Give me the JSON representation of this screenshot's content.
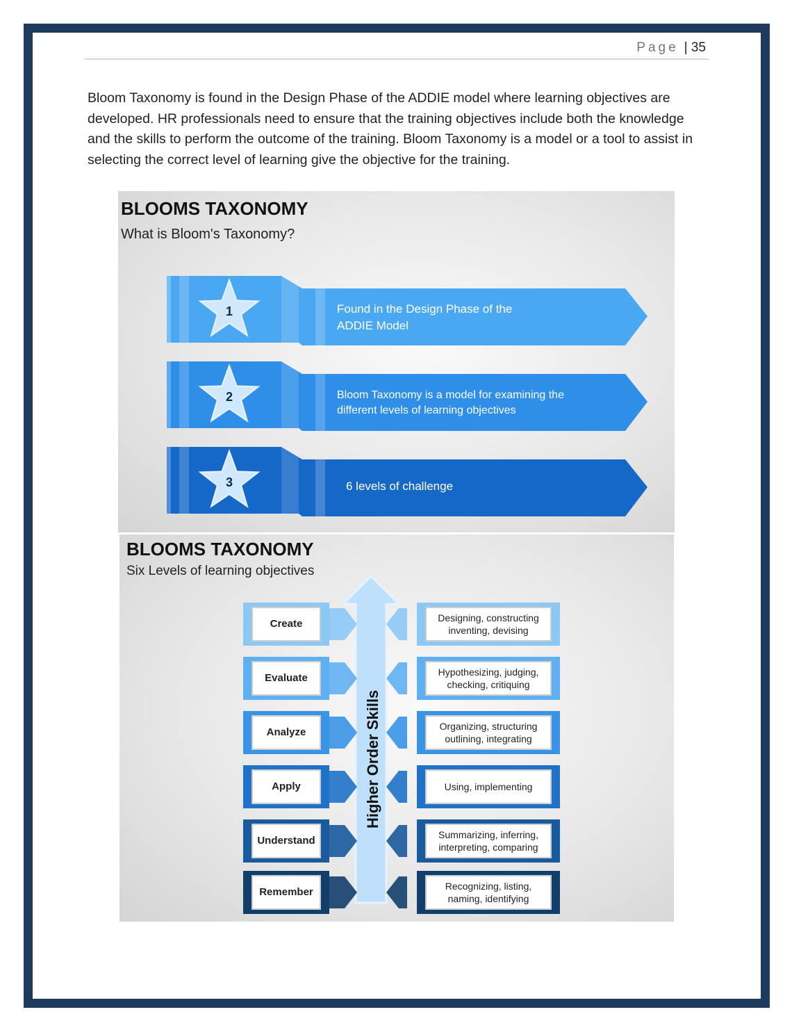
{
  "header": {
    "page_label": "Page",
    "page_number": "35"
  },
  "intro": "Bloom Taxonomy is found in the Design Phase of the ADDIE model where learning objectives are developed. HR professionals need to ensure that the training objectives include both the knowledge and the skills to perform the outcome of the training. Bloom Taxonomy is a model or a tool to assist in selecting the correct level of learning give the objective for the training.",
  "slide1": {
    "title": "BLOOMS TAXONOMY",
    "subtitle": "What is Bloom's Taxonomy?",
    "items": [
      {
        "num": "1",
        "text": "Found in the Design Phase of the ADDIE Model",
        "color": "#4aa8f2"
      },
      {
        "num": "2",
        "text": "Bloom Taxonomy is a model for examining the different levels of learning objectives",
        "color": "#2e8ee8"
      },
      {
        "num": "3",
        "text": "6 levels of challenge",
        "color": "#1668c8"
      }
    ]
  },
  "slide2": {
    "title": "BLOOMS TAXONOMY",
    "subtitle": "Six Levels of learning objectives",
    "arrow_label": "Higher Order Skills",
    "levels": [
      {
        "name": "Create",
        "desc": "Designing, constructing inventing, devising",
        "color": "#8cc8f6"
      },
      {
        "name": "Evaluate",
        "desc": "Hypothesizing, judging, checking, critiquing",
        "color": "#5fb0f2"
      },
      {
        "name": "Analyze",
        "desc": "Organizing, structuring outlining, integrating",
        "color": "#3a94e6"
      },
      {
        "name": "Apply",
        "desc": "Using, implementing",
        "color": "#1f72c8"
      },
      {
        "name": "Understand",
        "desc": "Summarizing, inferring, interpreting, comparing",
        "color": "#195a9c"
      },
      {
        "name": "Remember",
        "desc": "Recognizing, listing, naming, identifying",
        "color": "#123e6c"
      }
    ]
  }
}
